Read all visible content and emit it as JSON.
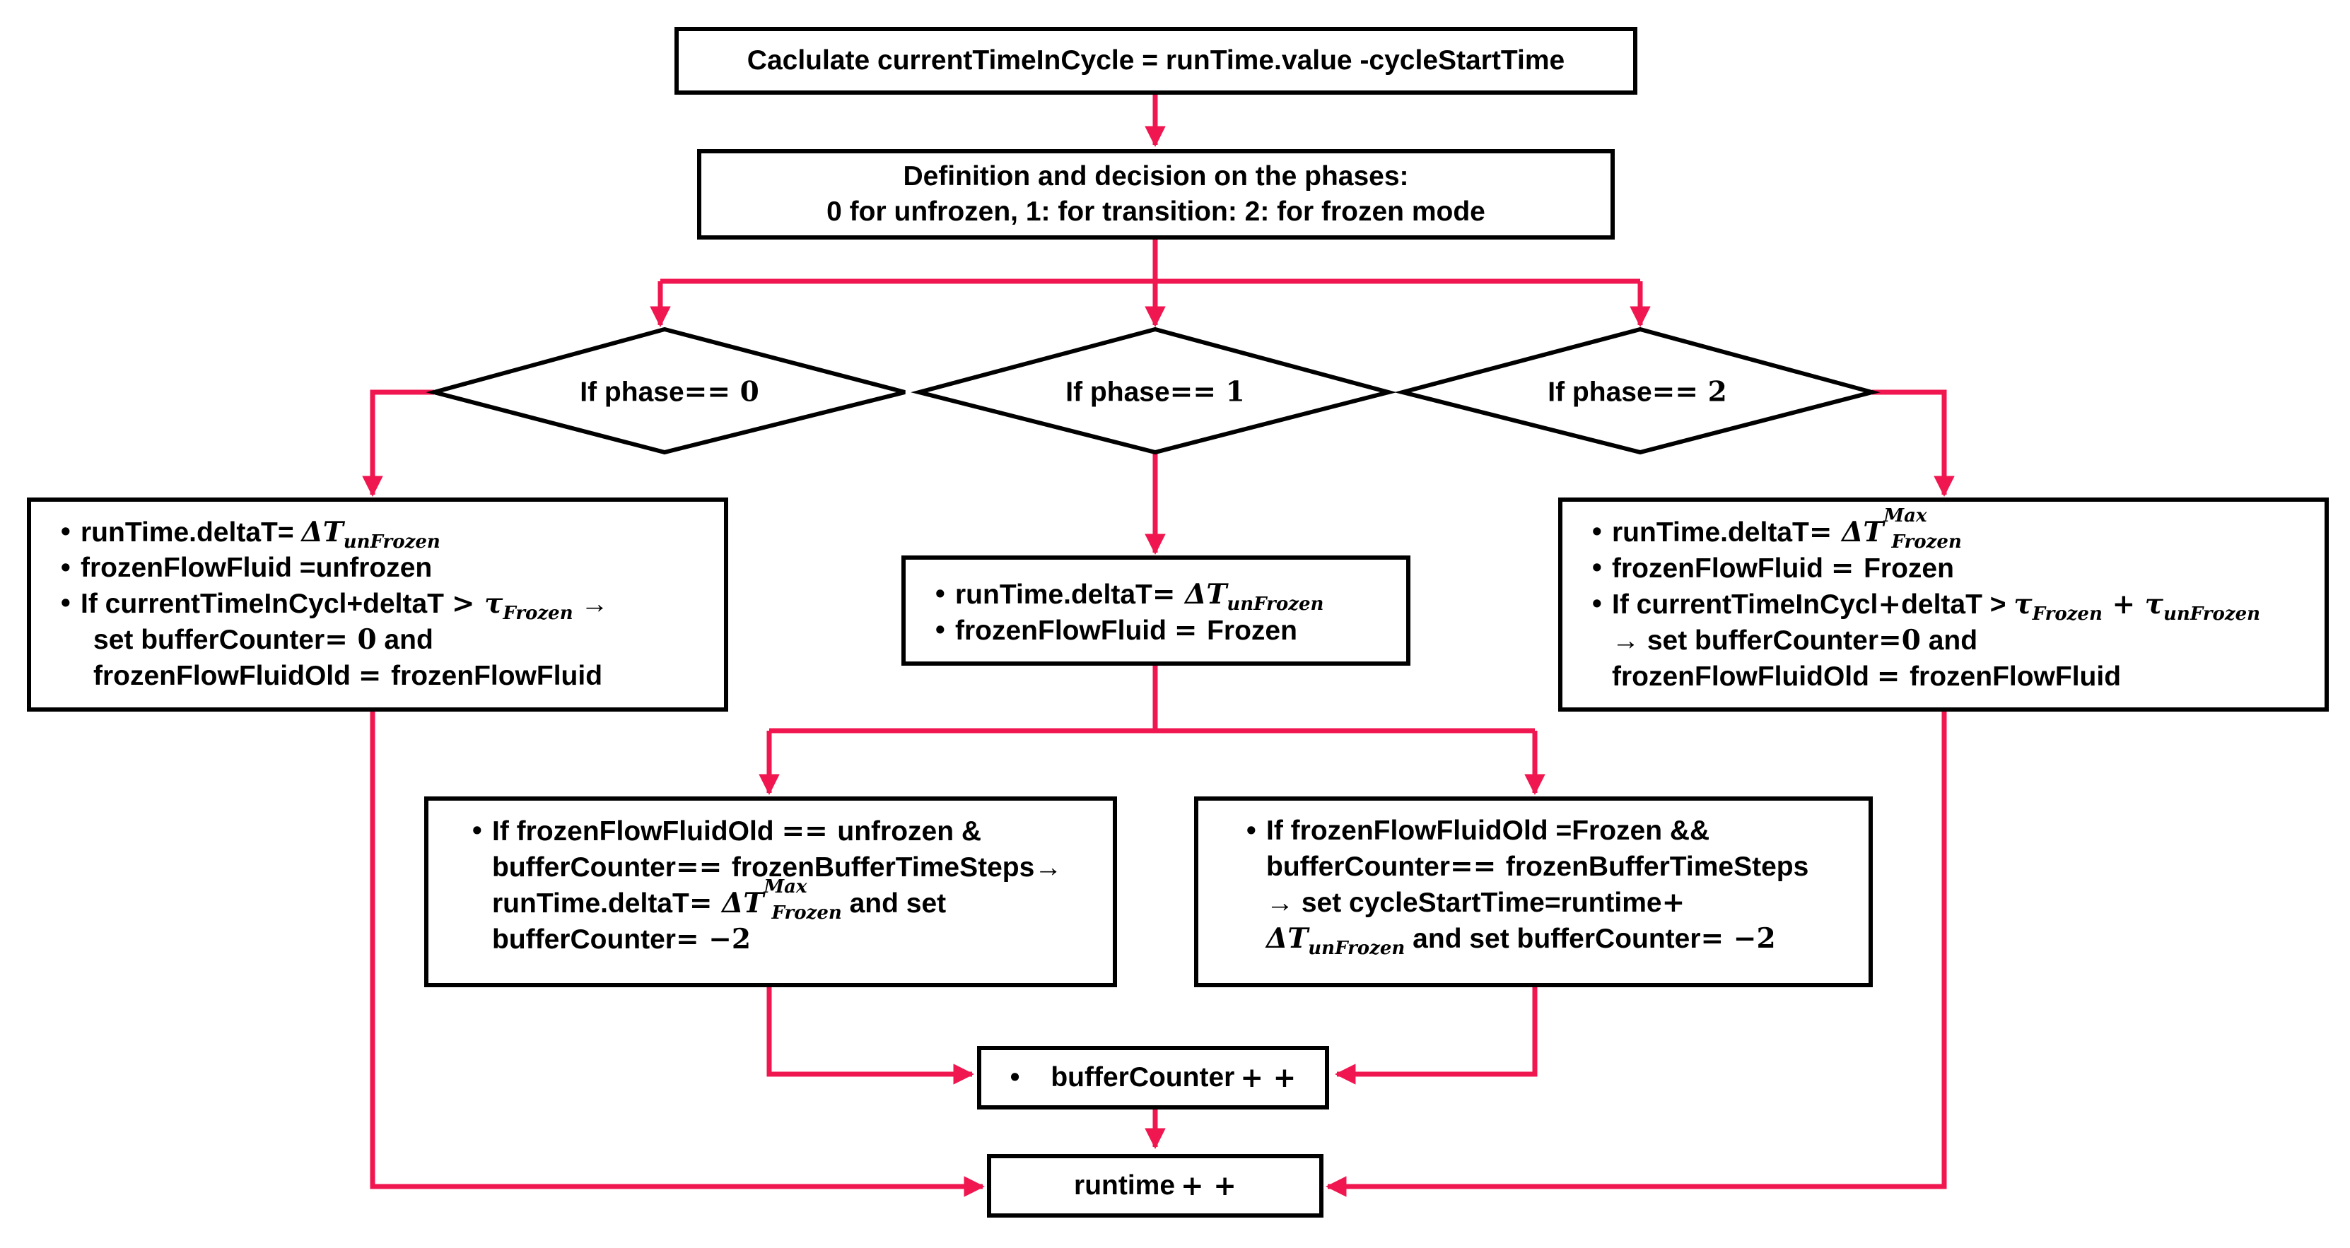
{
  "box_cycle": {
    "text": "Caclulate currentTimeInCycle = runTime.value -cycleStartTime"
  },
  "box_phases": {
    "line1": "Definition and decision on the phases:",
    "line2": "0 for unfrozen, 1: for transition: 2: for frozen mode"
  },
  "diamond_phase0": {
    "prefix": "If phase",
    "op": "== 0"
  },
  "diamond_phase1": {
    "prefix": "If phase",
    "op": "== 1"
  },
  "diamond_phase2": {
    "prefix": "If phase",
    "op": "== 2"
  },
  "box_unfrozen": {
    "l1_text": "runTime.deltaT= ",
    "l1_math": "ΔT",
    "l1_sub": "unFrozen",
    "l2_text": "frozenFlowFluid =unfrozen",
    "l3_text": "If currentTimeInCycl+deltaT ",
    "l3_op": "> ",
    "l3_math": "τ",
    "l3_sub": "Frozen",
    "l3_arrow": " →",
    "l4_text": "set bufferCounter",
    "l4_op": "= 0",
    "l4_tail": " and",
    "l5_text": "frozenFlowFluidOld ",
    "l5_op": "= ",
    "l5_tail": "frozenFlowFluid"
  },
  "box_transition": {
    "l1_text": "runTime.deltaT",
    "l1_op": "= ",
    "l1_math": "ΔT",
    "l1_sub": "unFrozen",
    "l2_text": "frozenFlowFluid ",
    "l2_op": "= ",
    "l2_tail": "Frozen"
  },
  "box_frozen": {
    "l1_text": "runTime.deltaT",
    "l1_op": "= ",
    "l1_math": "ΔT",
    "l1_sup": "Max",
    "l1_sub": "Frozen",
    "l2_text": "frozenFlowFluid ",
    "l2_op": "= ",
    "l2_tail": "Frozen",
    "l3_text": "If currentTimeInCycl",
    "l3_op": "+",
    "l3_text2": "deltaT > ",
    "l3_math": "τ",
    "l3_sub": "Frozen",
    "l3_plus": " + ",
    "l3_math2": "τ",
    "l3_sub2": "unFrozen",
    "l4_arrow": "→ ",
    "l4_text": " set bufferCounter",
    "l4_op": "=0",
    "l4_tail": " and",
    "l5_text": "frozenFlowFluidOld ",
    "l5_op": "= ",
    "l5_tail": "frozenFlowFluid"
  },
  "box_buffer_unfrozen": {
    "l1_text": "If frozenFlowFluidOld ",
    "l1_op": "  == ",
    "l1_tail": "unfrozen &",
    "l2_text": "bufferCounter",
    "l2_op": "== ",
    "l2_tail": "frozenBufferTimeSteps",
    "l2_arrow": "→",
    "l3_text": "runTime.deltaT",
    "l3_op": "= ",
    "l3_math": "ΔT",
    "l3_sup": "Max",
    "l3_sub": "Frozen",
    "l3_tail": " and set",
    "l4_text": "bufferCounter",
    "l4_op": "= −2"
  },
  "box_buffer_frozen": {
    "l1_text": "If frozenFlowFluidOld  =Frozen &&",
    "l2_text": "bufferCounter",
    "l2_op": "== ",
    "l2_tail": "frozenBufferTimeSteps",
    "l3_arrow": "→ ",
    "l3_text": "set cycleStartTime=runtime",
    "l3_op": "+",
    "l4_math": "ΔT",
    "l4_sub": "unFrozen",
    "l4_text": " and set bufferCounter",
    "l4_op": "= −2"
  },
  "box_buffer_inc": {
    "bullet": "•",
    "text": "bufferCounter",
    "op": "+ +"
  },
  "box_runtime": {
    "text": "runtime",
    "op": "+ +"
  },
  "colors": {
    "arrow": "#f0164f",
    "border": "#000000",
    "background": "#ffffff"
  }
}
